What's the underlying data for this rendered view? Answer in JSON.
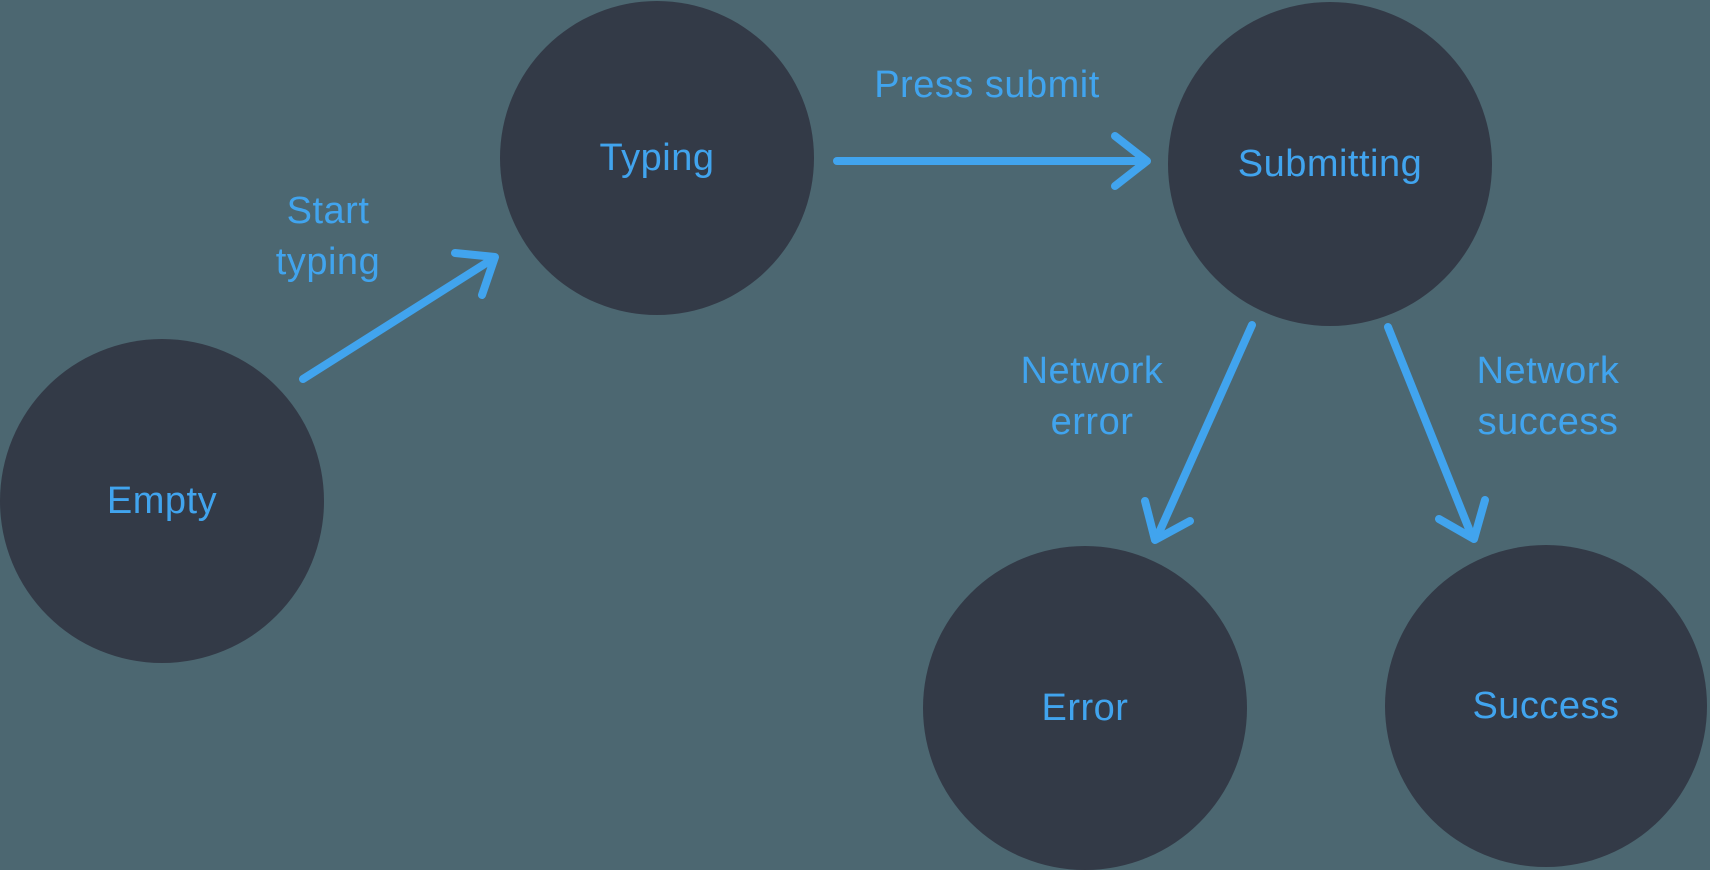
{
  "diagram": {
    "type": "state-machine",
    "background_color": "#4c6771",
    "node_fill_color": "#333a47",
    "accent_color": "#41a4ee",
    "nodes": [
      {
        "id": "empty",
        "label": "Empty"
      },
      {
        "id": "typing",
        "label": "Typing"
      },
      {
        "id": "submitting",
        "label": "Submitting"
      },
      {
        "id": "error",
        "label": "Error"
      },
      {
        "id": "success",
        "label": "Success"
      }
    ],
    "edges": [
      {
        "from": "empty",
        "to": "typing",
        "label": "Start typing"
      },
      {
        "from": "typing",
        "to": "submitting",
        "label": "Press submit"
      },
      {
        "from": "submitting",
        "to": "error",
        "label": "Network error"
      },
      {
        "from": "submitting",
        "to": "success",
        "label": "Network success"
      }
    ]
  }
}
